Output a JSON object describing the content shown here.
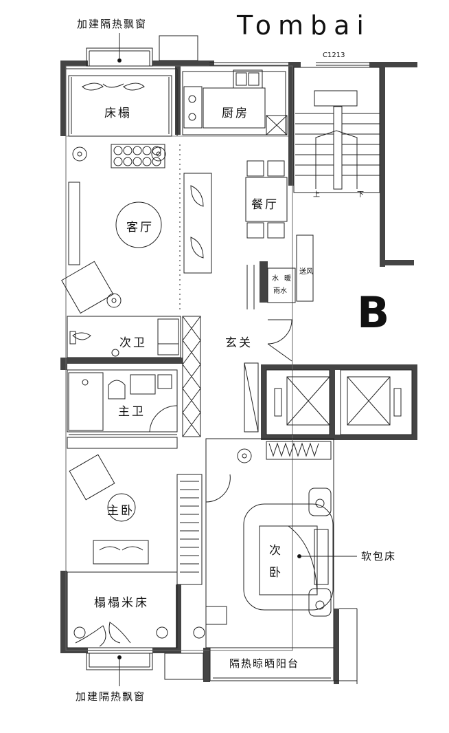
{
  "header": {
    "brand": "Tombai",
    "unit_letter": "B",
    "window_code": "C1213"
  },
  "annotations": {
    "top_window": "加建隔热飘窗",
    "bottom_window": "加建隔热飘窗",
    "soft_bed": "软包床"
  },
  "rooms": {
    "bed_top": "床榻",
    "kitchen": "厨房",
    "dining": "餐厅",
    "living": "客厅",
    "second_bath": "次卫",
    "entrance": "玄关",
    "master_bath": "主卫",
    "master_bed": "主卧",
    "tatami": "榻榻米床",
    "second_bed_1": "次",
    "second_bed_2": "卧",
    "balcony": "隔热晾晒阳台"
  },
  "fixtures": {
    "water": "水",
    "heat": "暖",
    "rain": "雨水",
    "air": "送风"
  },
  "stair": {
    "up": "上",
    "down": "下"
  }
}
